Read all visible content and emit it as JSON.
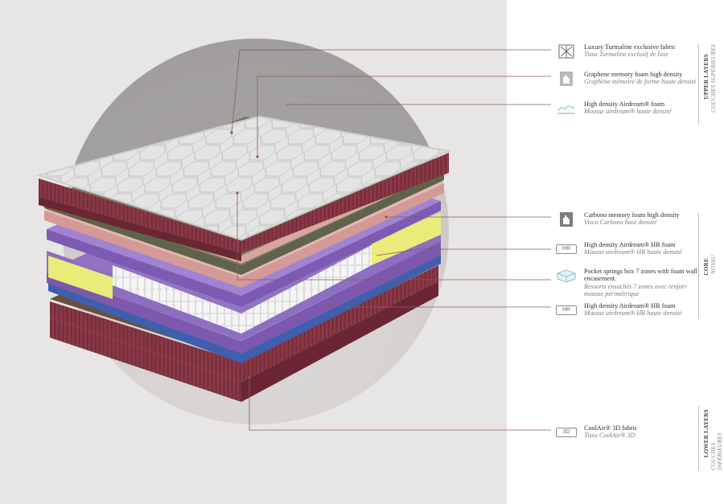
{
  "layers": {
    "turmaline": {
      "icon": "fabric-weave-icon",
      "en": "Luxury Turmaline exclusive fabric",
      "fr": "Tissu Turmaline exclusif de luxe"
    },
    "graphene": {
      "icon": "hand-press-icon",
      "en": "Graphene memory foam high density",
      "fr": "Graphène mémoire de forme haute densité"
    },
    "airdream": {
      "icon": "foam-wave-icon",
      "en": "High density Airdream® foam",
      "fr": "Mousse airdream® haute densité"
    },
    "carbono": {
      "icon": "hand-press-dark-icon",
      "en": "Carbono memory foam high density",
      "fr": "Visco Carbono haut densité"
    },
    "hr_top": {
      "badge": "HR",
      "en": "High density Airdream® HR foam",
      "fr": "Mousse airdream® HR haute densité"
    },
    "springs": {
      "icon": "spring-box-icon",
      "en": "Pocket springs box 7 zones with foam wall encasement.",
      "fr": "Ressorts ensachés 7 zones avec renfort mousse périmétrique"
    },
    "hr_bottom": {
      "badge": "HR",
      "en": "High density Airdream® HR foam",
      "fr": "Mousse airdream® HR haute densité"
    },
    "coolair": {
      "badge": "3D",
      "en": "CoolAir® 3D fabric",
      "fr": "Tissu CoolAir® 3D"
    }
  },
  "sections": {
    "upper": {
      "en": "UPPER LAYERS",
      "fr": "COUCHES SUPÉRIEURES"
    },
    "core": {
      "en": "CORE",
      "fr": "NOYAU"
    },
    "lower": {
      "en": "LOWER LAYERS",
      "fr": "COUCHES INFÉRIEURES"
    }
  },
  "colors": {
    "background_panel": "#e8e6e4",
    "border_fabric": "#7a2f3c",
    "top_quilt": "#e6e6e6",
    "pink_layer": "#e3b1ad",
    "green_layer": "#6f7358",
    "purple_layer": "#8f6bbd",
    "blue_layer": "#3f5fae",
    "yellow_foam": "#e9ec78",
    "leader_line": "#8a5a62"
  }
}
